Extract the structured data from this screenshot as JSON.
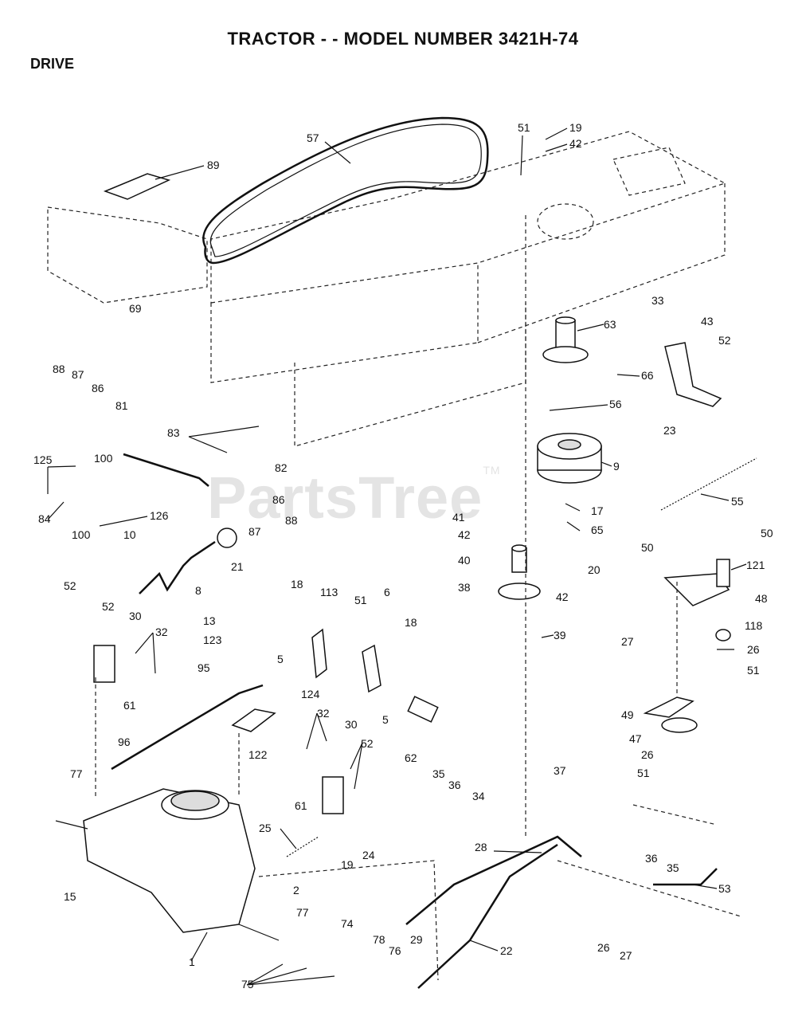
{
  "header": {
    "title": "TRACTOR - - MODEL NUMBER 3421H-74",
    "section": "DRIVE"
  },
  "watermark": {
    "text": "PartsTree",
    "mark": "TM"
  },
  "callouts": [
    "57",
    "89",
    "51",
    "19",
    "42",
    "69",
    "63",
    "33",
    "43",
    "52",
    "66",
    "56",
    "23",
    "88",
    "87",
    "86",
    "81",
    "83",
    "82",
    "125",
    "100",
    "84",
    "126",
    "10",
    "21",
    "8",
    "9",
    "55",
    "41",
    "42",
    "17",
    "65",
    "40",
    "20",
    "38",
    "39",
    "50",
    "121",
    "48",
    "118",
    "27",
    "26",
    "49",
    "47",
    "51",
    "52",
    "30",
    "32",
    "61",
    "13",
    "123",
    "95",
    "124",
    "122",
    "96",
    "18",
    "113",
    "6",
    "5",
    "62",
    "35",
    "36",
    "34",
    "37",
    "77",
    "25",
    "24",
    "15",
    "2",
    "28",
    "53",
    "29",
    "22",
    "74",
    "78",
    "76",
    "75",
    "1"
  ]
}
